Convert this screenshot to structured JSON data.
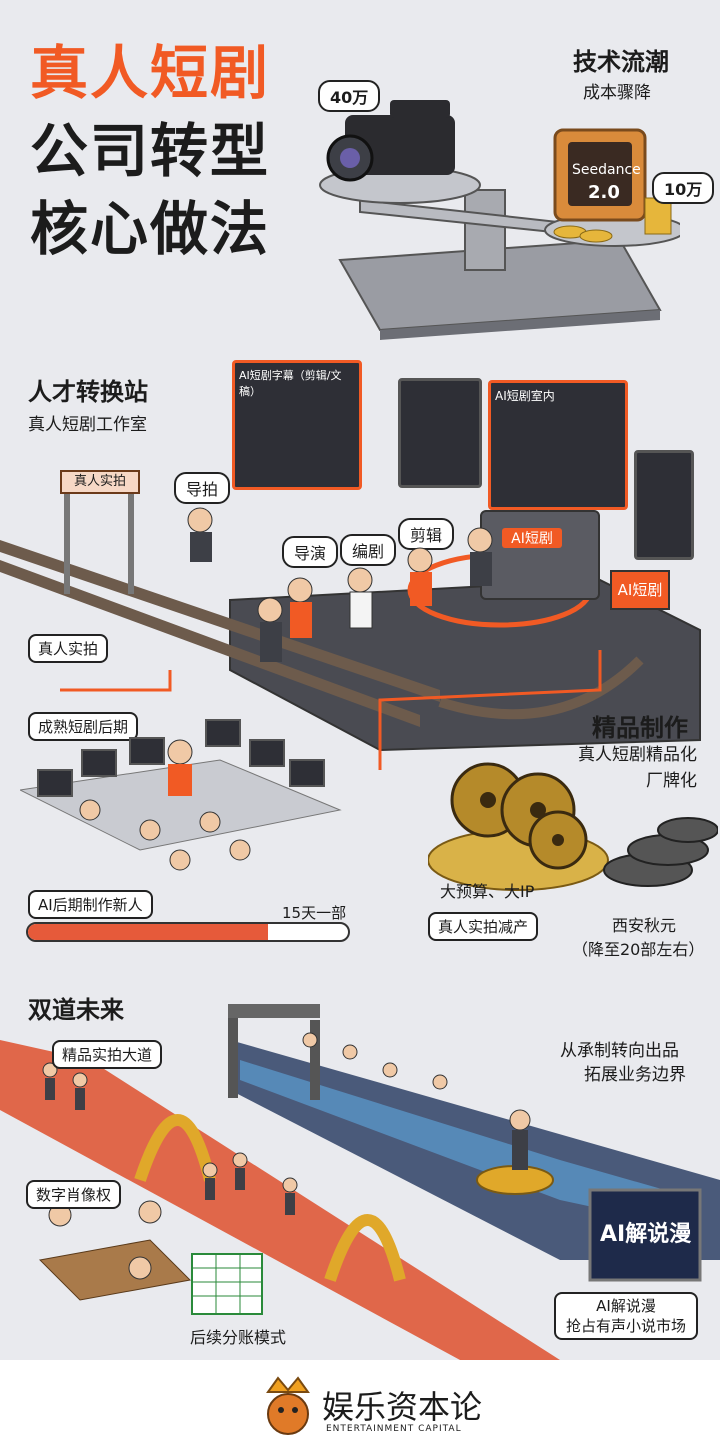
{
  "title": {
    "line1": "真人短剧",
    "line2": "公司转型",
    "line3": "核心做法"
  },
  "tech": {
    "title": "技术流潮",
    "subtitle": "成本骤降",
    "camera_cost": "40万",
    "chip_label": "Seedance",
    "chip_version": "2.0",
    "ai_cost": "10万"
  },
  "talent": {
    "title": "人才转换站",
    "subtitle": "真人短剧工作室",
    "gate_sign": "真人实拍",
    "live_shoot_tag": "真人实拍",
    "roles": {
      "camera": "导拍",
      "director": "导演",
      "writer": "编剧",
      "editor": "剪辑"
    },
    "screen1": "AI短剧字幕（剪辑/文稿）",
    "screen2": "AI短剧室内",
    "console_label": "AI短剧",
    "booth_label": "AI短剧"
  },
  "post": {
    "label": "成熟短剧后期",
    "newcomer": "AI后期制作新人",
    "progress_text": "15天一部",
    "progress": 0.75
  },
  "premium": {
    "title": "精品制作",
    "sub1": "真人短剧精品化",
    "sub2": "厂牌化",
    "big_label": "大预算、大IP",
    "reduce_tag": "真人实拍减产",
    "reduce_company": "西安秋元",
    "reduce_note": "（降至20部左右）"
  },
  "future": {
    "title": "双道未来",
    "path_label": "精品实拍大道",
    "right1": "从承制转向出品",
    "right2": "拓展业务边界",
    "digital_tag": "数字肖像权",
    "revenue_tag": "后续分账模式",
    "anime_screen": "AI解说漫",
    "anime_tag1": "AI解说漫",
    "anime_tag2": "抢占有声小说市场"
  },
  "footer": {
    "brand": "娱乐资本论",
    "brand_en": "ENTERTAINMENT CAPITAL"
  },
  "colors": {
    "accent": "#f15a24",
    "dark": "#1c1c1c",
    "rail": "#6d5b4c"
  }
}
